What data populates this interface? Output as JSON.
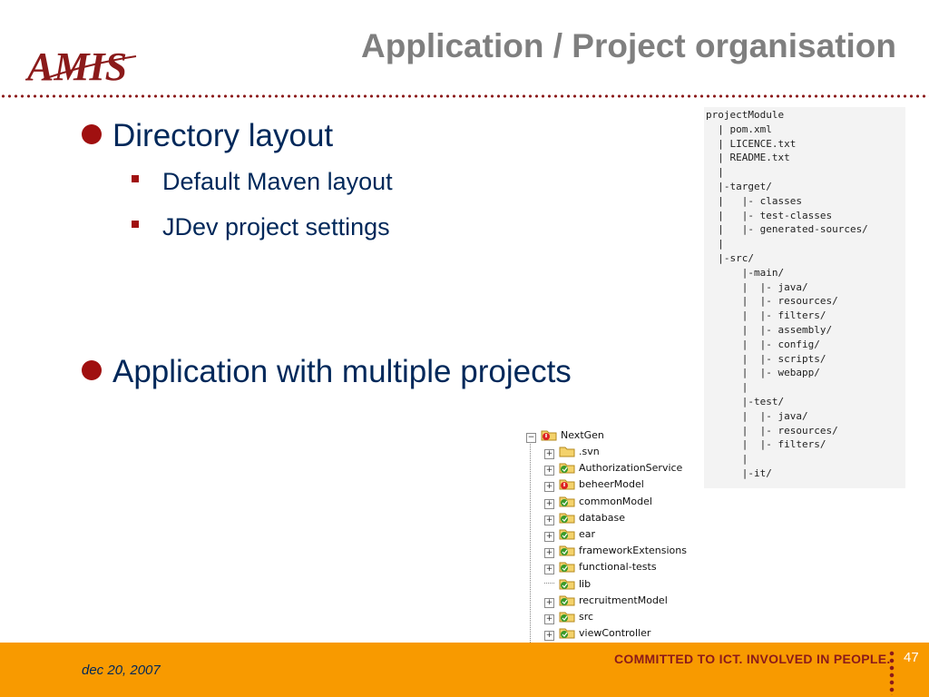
{
  "slide": {
    "title": "Application / Project organisation",
    "logo_text": "AMIS",
    "bullets": [
      {
        "text": "Directory layout",
        "sub": [
          "Default Maven layout",
          "JDev project settings"
        ]
      },
      {
        "text": "Application with multiple projects"
      }
    ]
  },
  "directory_listing": "projectModule\n  | pom.xml\n  | LICENCE.txt\n  | README.txt\n  |\n  |-target/\n  |   |- classes\n  |   |- test-classes\n  |   |- generated-sources/\n  |\n  |-src/\n      |-main/\n      |  |- java/\n      |  |- resources/\n      |  |- filters/\n      |  |- assembly/\n      |  |- config/\n      |  |- scripts/\n      |  |- webapp/\n      |\n      |-test/\n      |  |- java/\n      |  |- resources/\n      |  |- filters/\n      |\n      |-it/",
  "tree": {
    "root": "NextGen",
    "items": [
      {
        "label": ".svn",
        "icon": "folder-plain"
      },
      {
        "label": "AuthorizationService",
        "icon": "project-folder"
      },
      {
        "label": "beheerModel",
        "icon": "project-folder-error"
      },
      {
        "label": "commonModel",
        "icon": "project-folder"
      },
      {
        "label": "database",
        "icon": "project-folder"
      },
      {
        "label": "ear",
        "icon": "project-folder"
      },
      {
        "label": "frameworkExtensions",
        "icon": "project-folder"
      },
      {
        "label": "functional-tests",
        "icon": "project-folder"
      },
      {
        "label": "lib",
        "icon": "project-folder"
      },
      {
        "label": "recruitmentModel",
        "icon": "project-folder"
      },
      {
        "label": "src",
        "icon": "project-folder"
      },
      {
        "label": "viewController",
        "icon": "project-folder"
      }
    ]
  },
  "footer": {
    "date": "dec 20, 2007",
    "slogan": "COMMITTED TO ICT. INVOLVED IN PEOPLE.",
    "page_number": "47"
  },
  "colors": {
    "title": "#7f7f7f",
    "text": "#00285a",
    "accent": "#a01010",
    "footer_bg": "#f89a00"
  }
}
